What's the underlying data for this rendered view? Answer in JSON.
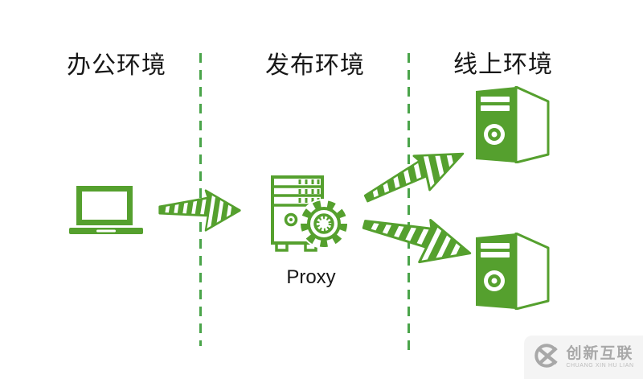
{
  "colors": {
    "green": "#55a02e",
    "line_green": "#4aa44a",
    "text": "#171717",
    "wm_gray": "#a8a8a8",
    "wm_bg": "#f4f4f4"
  },
  "zones": {
    "office": "办公环境",
    "release": "发布环境",
    "online": "线上环境"
  },
  "proxy_label": "Proxy",
  "icons": {
    "laptop": "laptop-icon (green laptop, office client)",
    "proxy_server": "proxy-server-icon (outlined server tower with gear)",
    "gear": "gear-icon",
    "server": "server-icon (solid green 3D tower, two instances)",
    "arrow": "sketch-arrow-icon (hand-drawn striped green arrow, three instances)"
  },
  "watermark": {
    "cn": "创新互联",
    "en": "CHUANG XIN HU LIAN"
  }
}
